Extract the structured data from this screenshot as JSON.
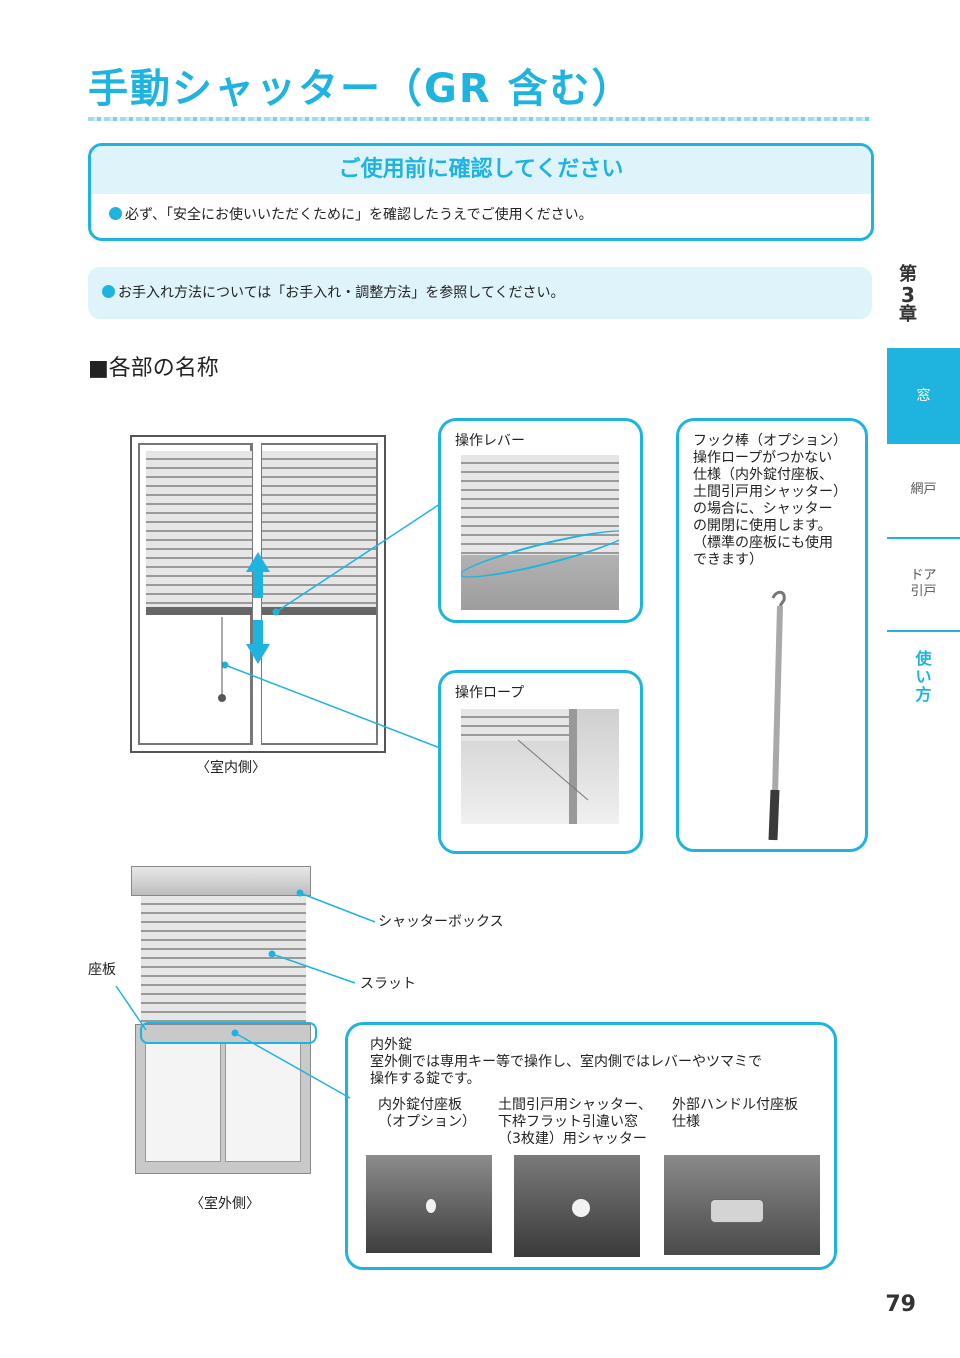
{
  "page": {
    "title": "手動シャッター（GR 含む）",
    "notice": {
      "heading": "ご使用前に確認してください",
      "body": "必ず、「安全にお使いいただくために」を確認したうえでご使用ください。"
    },
    "care_note": "お手入れ方法については「お手入れ・調整方法」を参照してください。",
    "section_title": "■各部の名称",
    "page_number": "79"
  },
  "sidebar": {
    "chapter": [
      "第",
      "3",
      "章"
    ],
    "tabs": [
      {
        "label": "窓",
        "active": true
      },
      {
        "label": "網戸",
        "active": false
      },
      {
        "label": "ドア\n引戸",
        "active": false
      },
      {
        "label": "使\nい\n方",
        "active": false
      }
    ]
  },
  "diagram": {
    "interior_caption": "〈室内側〉",
    "exterior_caption": "〈室外側〉",
    "lever_label": "操作レバー",
    "rope_label": "操作ロープ",
    "hook": {
      "title": "フック棒（オプション）",
      "lines": [
        "操作ロープがつかない",
        "仕様（内外錠付座板、",
        "土間引戸用シャッター）",
        "の場合に、シャッター",
        "の開閉に使用します。",
        "（標準の座板にも使用",
        "できます）"
      ]
    },
    "shutter_box_label": "シャッターボックス",
    "slat_label": "スラット",
    "seat_label": "座板",
    "lock": {
      "title": "内外錠",
      "desc_lines": [
        "室外側では専用キー等で操作し、室内側ではレバーやツマミで",
        "操作する錠です。"
      ],
      "options": [
        {
          "lines": [
            "内外錠付座板",
            "（オプション）"
          ]
        },
        {
          "lines": [
            "土間引戸用シャッター、",
            "下枠フラット引違い窓",
            "（3枚建）用シャッター"
          ]
        },
        {
          "lines": [
            "外部ハンドル付座板",
            "仕様"
          ]
        }
      ]
    }
  },
  "colors": {
    "accent": "#1fb4e0",
    "light_accent": "#dff3fa"
  }
}
